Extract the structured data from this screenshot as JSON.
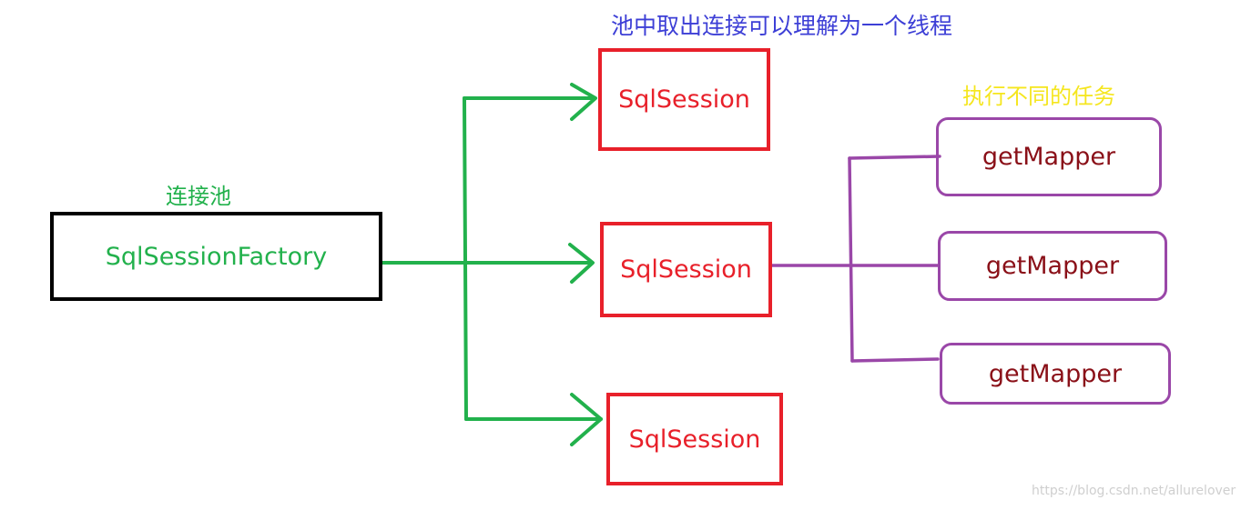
{
  "title": "池中取出连接可以理解为一个线程",
  "pool_label": "连接池",
  "tasks_label": "执行不同的任务",
  "factory": {
    "label": "SqlSessionFactory"
  },
  "sessions": [
    {
      "label": "SqlSession"
    },
    {
      "label": "SqlSession"
    },
    {
      "label": "SqlSession"
    }
  ],
  "mappers": [
    {
      "label": "getMapper"
    },
    {
      "label": "getMapper"
    },
    {
      "label": "getMapper"
    }
  ],
  "watermark": "https://blog.csdn.net/allurelover",
  "colors": {
    "title": "#3d3fd6",
    "pool_label": "#22b14c",
    "tasks_label": "#f5e61e",
    "factory_text": "#22b14c",
    "session_text": "#e8202a",
    "mapper_text": "#8a1018",
    "green_arrows": "#22b14c",
    "purple_lines": "#9a47a8"
  }
}
